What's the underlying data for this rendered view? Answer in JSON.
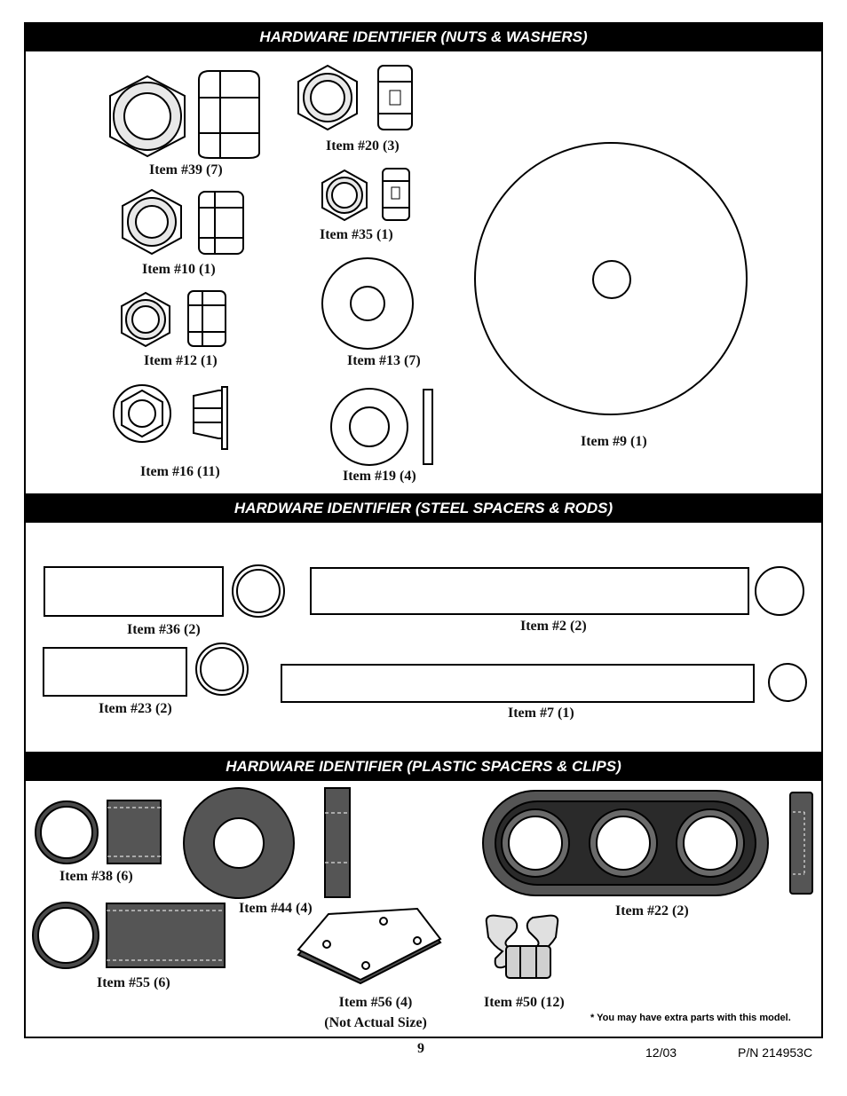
{
  "sections": {
    "nuts": "HARDWARE IDENTIFIER (NUTS & WASHERS)",
    "steel": "HARDWARE IDENTIFIER (STEEL SPACERS & RODS)",
    "plastic": "HARDWARE IDENTIFIER (PLASTIC SPACERS & CLIPS)"
  },
  "items": {
    "i39": "Item #39 (7)",
    "i20": "Item #20 (3)",
    "i35": "Item #35 (1)",
    "i10": "Item #10 (1)",
    "i12": "Item #12 (1)",
    "i13": "Item #13 (7)",
    "i16": "Item #16 (11)",
    "i19": "Item #19 (4)",
    "i9": "Item #9 (1)",
    "i36": "Item #36 (2)",
    "i2": "Item #2 (2)",
    "i23": "Item #23 (2)",
    "i7": "Item #7 (1)",
    "i38": "Item #38 (6)",
    "i44": "Item #44 (4)",
    "i22": "Item #22 (2)",
    "i55": "Item #55 (6)",
    "i56": "Item #56 (4)",
    "i56_note": "(Not Actual Size)",
    "i50": "Item #50 (12)"
  },
  "extra_note": "* You may have extra parts with this model.",
  "footer": {
    "page": "9",
    "date": "12/03",
    "part_number": "P/N 214953C"
  }
}
